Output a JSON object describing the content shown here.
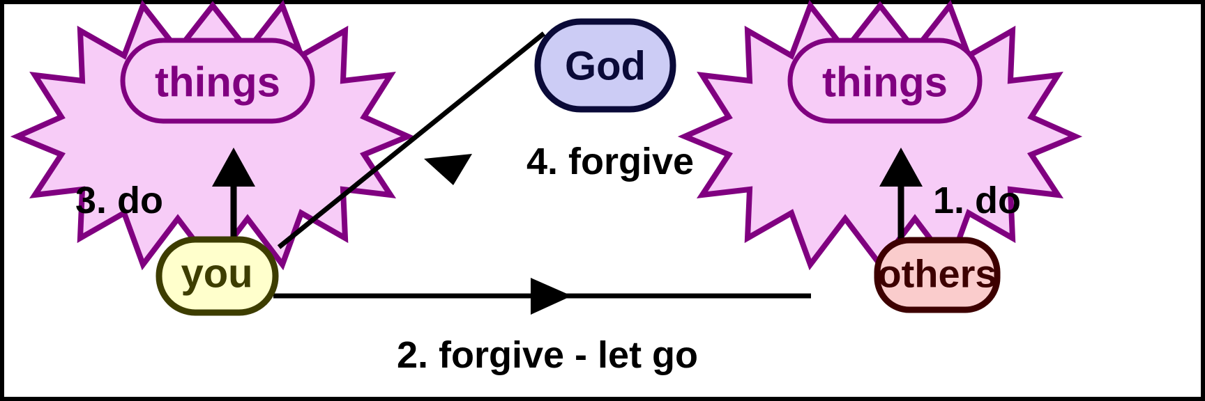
{
  "diagram": {
    "title": "forgiveness cycle diagram",
    "background_color": "#ffffff",
    "border_color": "#000000",
    "nodes": [
      {
        "id": "things-left",
        "label": "things",
        "shape": "12-point-star-with-rounded-rect",
        "fill": "#F7CCF7",
        "stroke": "#800080",
        "text_color": "#800080"
      },
      {
        "id": "god",
        "label": "God",
        "shape": "rounded-rect",
        "fill": "#CCCCF5",
        "stroke": "#0A0A38",
        "text_color": "#0A0A38"
      },
      {
        "id": "things-right",
        "label": "things",
        "shape": "12-point-star-with-rounded-rect",
        "fill": "#F7CCF7",
        "stroke": "#800080",
        "text_color": "#800080"
      },
      {
        "id": "you",
        "label": "you",
        "shape": "rounded-rect",
        "fill": "#FFFFCC",
        "stroke": "#3D3D00",
        "text_color": "#3D3D00"
      },
      {
        "id": "others",
        "label": "others",
        "shape": "rounded-rect",
        "fill": "#FACCCC",
        "stroke": "#3D0000",
        "text_color": "#3D0000"
      }
    ],
    "edges": [
      {
        "id": "edge-1",
        "label": "1. do",
        "from": "others",
        "to": "things-right",
        "direction": "up",
        "color": "#000000"
      },
      {
        "id": "edge-2",
        "label": "2. forgive - let go",
        "from": "you",
        "to": "others",
        "direction": "right",
        "color": "#000000"
      },
      {
        "id": "edge-3",
        "label": "3. do",
        "from": "you",
        "to": "things-left",
        "direction": "up",
        "color": "#000000"
      },
      {
        "id": "edge-4",
        "label": "4. forgive",
        "from": "god",
        "to": "you",
        "direction": "up-left-diagonal",
        "color": "#000000"
      }
    ]
  }
}
